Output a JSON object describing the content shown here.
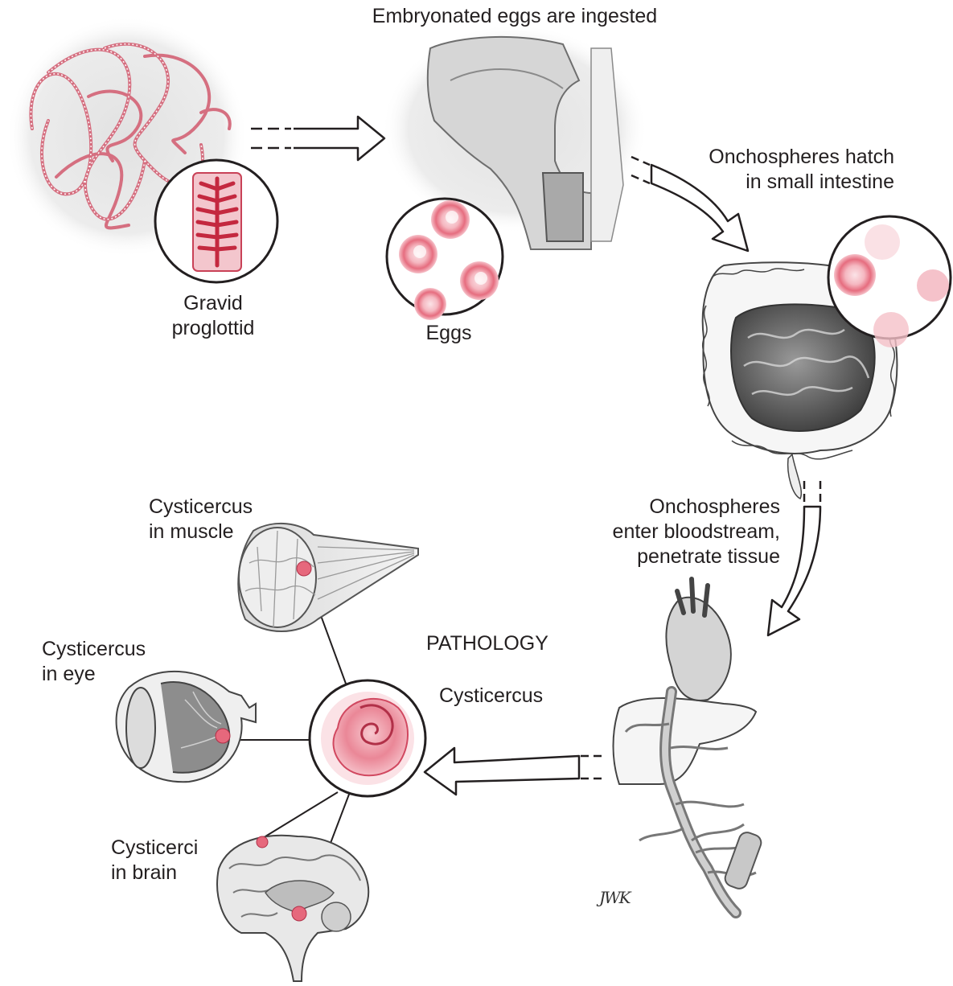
{
  "labels": {
    "ingested": "Embryonated eggs are ingested",
    "gravid": [
      "Gravid",
      "proglottid"
    ],
    "eggs": "Eggs",
    "hatch": [
      "Onchospheres hatch",
      "in small intestine"
    ],
    "bloodstream": [
      "Onchospheres",
      "enter bloodstream,",
      "penetrate tissue"
    ],
    "pathology": "PATHOLOGY",
    "cysticercus": "Cysticercus",
    "muscle": [
      "Cysticercus",
      "in muscle"
    ],
    "eye": [
      "Cysticercus",
      "in eye"
    ],
    "brain": [
      "Cysticerci",
      "in brain"
    ]
  },
  "signature": "JWK",
  "colors": {
    "accent": "#e05a6c",
    "accent_light": "#f4b6bf",
    "line": "#231f20",
    "gray": "#cfcfcf",
    "gray_dark": "#6e6e6e"
  }
}
